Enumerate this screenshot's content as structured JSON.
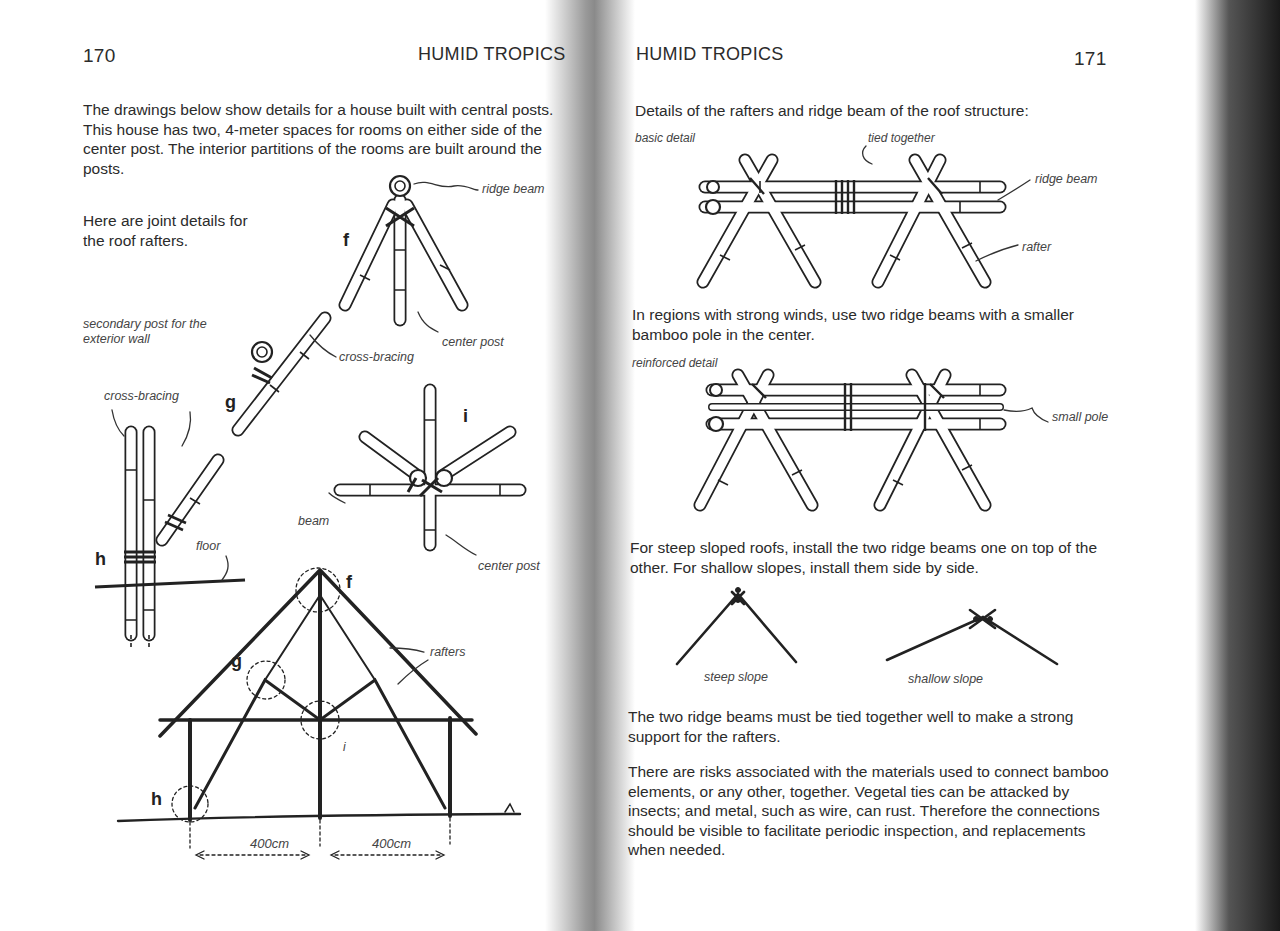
{
  "diagram": {
    "labels": [
      "170",
      "HUMID TROPICS",
      "The drawings below show details for a house built with central posts. This house has two, 4-meter spaces for rooms on either side of the center post. The interior partitions of the rooms are built around the posts.",
      "Here are joint details for the roof rafters.",
      "ridge beam",
      "f",
      "center post",
      "secondary post for the exterior wall",
      "cross-bracing",
      "g",
      "cross-bracing",
      "i",
      "beam",
      "h",
      "floor",
      "center post",
      "f",
      "rafters",
      "g",
      "i",
      "h",
      "400cm",
      "400cm",
      "HUMID TROPICS",
      "171",
      "Details of the rafters and ridge beam of the roof structure:",
      "basic detail",
      "tied together",
      "ridge beam",
      "rafter",
      "In regions with strong winds, use two ridge beams with a smaller bamboo pole in the center.",
      "reinforced detail",
      "small pole",
      "For steep sloped roofs, install the two ridge beams one on top of the other. For shallow slopes, install them side by side.",
      "steep slope",
      "shallow slope",
      "The two ridge beams must be tied together well to make a strong support for the rafters.",
      "There are risks associated with the materials used to connect bamboo elements, or any other, together. Vegetal ties can be attacked by insects; and metal, such as wire, can rust. Therefore the connections should be visible to facilitate periodic inspection, and replacements when needed."
    ]
  }
}
